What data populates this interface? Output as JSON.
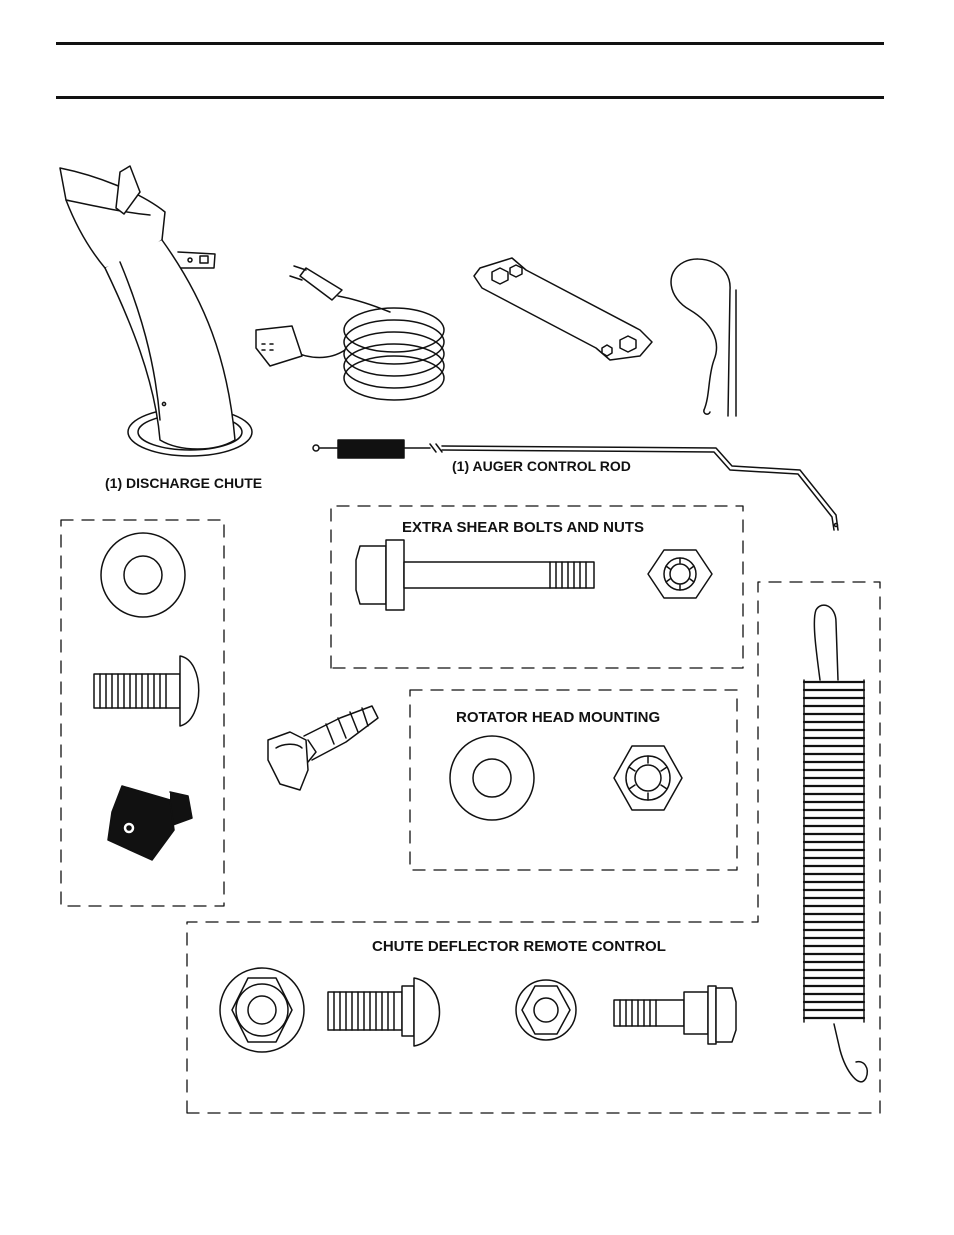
{
  "page": {
    "background": "#ffffff",
    "ink": "#111111"
  },
  "labels": {
    "discharge_chute": "(1) DISCHARGE CHUTE",
    "auger_control_rod": "(1) AUGER CONTROL ROD"
  },
  "groups": {
    "shear_bolts": "EXTRA SHEAR BOLTS AND NUTS",
    "rotator_head": "ROTATOR HEAD MOUNTING",
    "chute_deflector": "CHUTE DEFLECTOR REMOTE CONTROL"
  },
  "icons": [
    "discharge-chute-icon",
    "extension-cord-icon",
    "wrench-icon",
    "hairpin-clip-icon",
    "auger-control-rod-icon",
    "washer-icon",
    "carriage-bolt-icon",
    "knob-icon",
    "chute-crank-handle-icon",
    "shear-bolt-icon",
    "lock-nut-icon",
    "flange-nut-icon",
    "hex-flange-bolt-icon",
    "extension-spring-icon"
  ]
}
